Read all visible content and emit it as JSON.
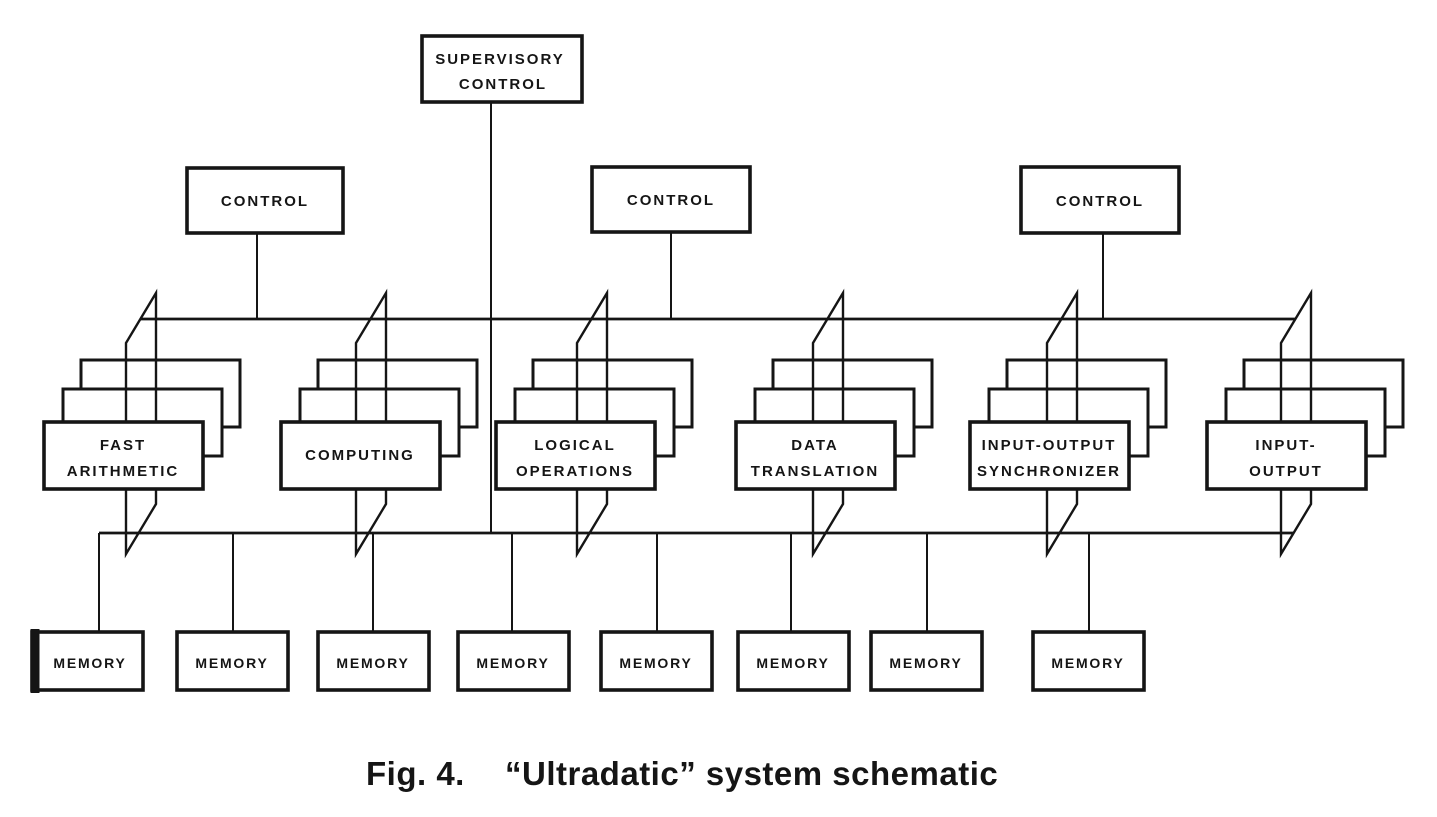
{
  "figure": {
    "caption_fig": "Fig. 4.",
    "caption_title": "“Ultradatic” system schematic"
  },
  "supervisory_control": {
    "line1": "SUPERVISORY",
    "line2": "CONTROL"
  },
  "control_boxes": [
    {
      "label": "CONTROL"
    },
    {
      "label": "CONTROL"
    },
    {
      "label": "CONTROL"
    }
  ],
  "units": [
    {
      "line1": "FAST",
      "line2": "ARITHMETIC"
    },
    {
      "line1": "COMPUTING",
      "line2": ""
    },
    {
      "line1": "LOGICAL",
      "line2": "OPERATIONS"
    },
    {
      "line1": "DATA",
      "line2": "TRANSLATION"
    },
    {
      "line1": "INPUT-OUTPUT",
      "line2": "SYNCHRONIZER"
    },
    {
      "line1": "INPUT-",
      "line2": "OUTPUT"
    }
  ],
  "memory_boxes": [
    {
      "label": "MEMORY"
    },
    {
      "label": "MEMORY"
    },
    {
      "label": "MEMORY"
    },
    {
      "label": "MEMORY"
    },
    {
      "label": "MEMORY"
    },
    {
      "label": "MEMORY"
    },
    {
      "label": "MEMORY"
    },
    {
      "label": "MEMORY"
    }
  ],
  "colors": {
    "ink": "#151515",
    "paper": "#ffffff"
  }
}
